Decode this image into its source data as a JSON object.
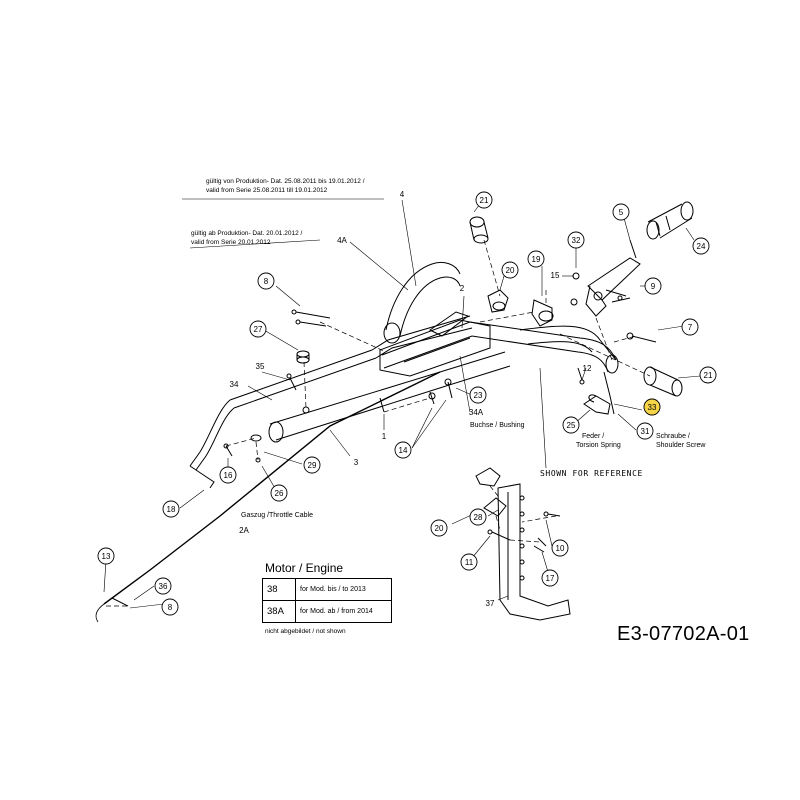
{
  "notes": {
    "validity_1_de": "gültig von Produktion- Dat. 25.08.2011  bis  19.01.2012 /",
    "validity_1_en": "valid from Serie 25.08.2011  till 19.01.2012",
    "validity_2_de": "gültig ab Produktion- Dat. 20.01.2012 /",
    "validity_2_en": "valid from Serie 20.01.2012"
  },
  "captions": {
    "bushing_de": "Buchse /",
    "bushing_en": "Bushing",
    "spring_de": "Feder /",
    "spring_en": "Torsion Spring",
    "screw_de": "Schraube /",
    "screw_en": "Shoulder Screw",
    "throttle": "Gaszug /Throttle Cable",
    "reference": "SHOWN FOR REFERENCE"
  },
  "callouts": [
    "21",
    "5",
    "24",
    "32",
    "19",
    "20",
    "15",
    "9",
    "8",
    "2",
    "4",
    "4A",
    "27",
    "7",
    "35",
    "12",
    "21",
    "34",
    "23",
    "34A",
    "33",
    "25",
    "31",
    "14",
    "1",
    "3",
    "16",
    "29",
    "26",
    "18",
    "20",
    "28",
    "10",
    "2A",
    "11",
    "17",
    "13",
    "36",
    "8",
    "37"
  ],
  "highlight_color": "#f5d547",
  "motor": {
    "title": "Motor / Engine",
    "rows": [
      {
        "code": "38",
        "desc": "for Mod. bis / to 2013"
      },
      {
        "code": "38A",
        "desc": "for Mod. ab / from 2014"
      }
    ],
    "footnote": "nicht abgebildet / not shown"
  },
  "drawing_number": "E3-07702A-01"
}
